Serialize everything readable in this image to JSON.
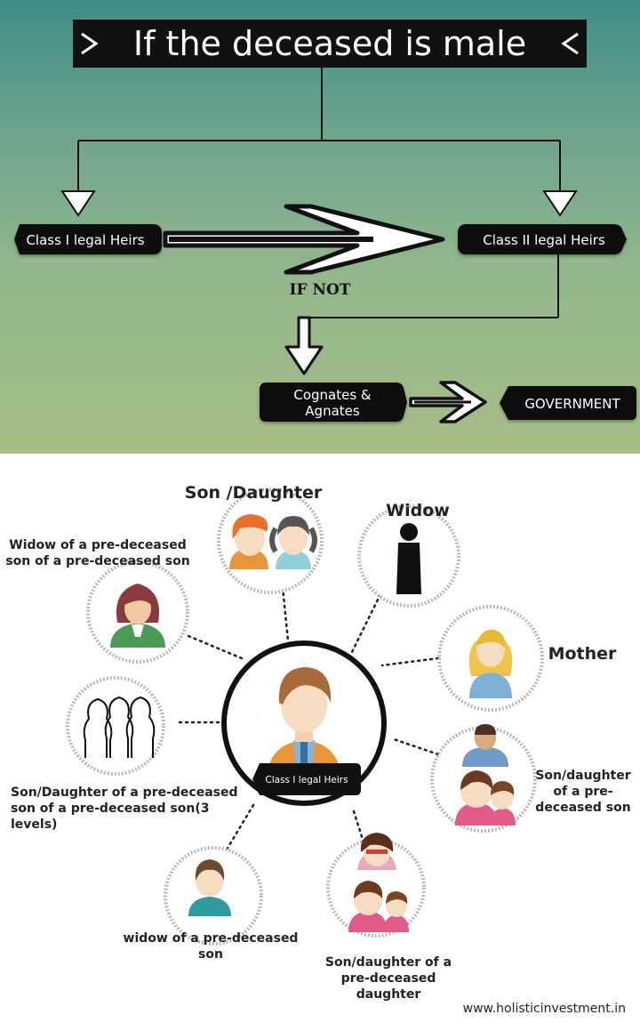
{
  "flowchart": {
    "title": "If the deceased is male",
    "class1": "Class I legal Heirs",
    "class2": "Class II legal Heirs",
    "if_not": "IF NOT",
    "cognates_line1": "Cognates &",
    "cognates_line2": "Agnates",
    "government": "GOVERNMENT"
  },
  "hub": {
    "center_label": "Class I legal Heirs",
    "son_daughter": "Son /Daughter",
    "widow": "Widow",
    "mother": "Mother",
    "widow_ppd_line1": "Widow of a pre-deceased",
    "widow_ppd_line2": "son of a pre-deceased son",
    "sd_ppd3_line1": "Son/Daughter of a pre-deceased",
    "sd_ppd3_line2": "son of a pre-deceased son(3",
    "sd_ppd3_line3": "levels)",
    "widow_pd_line1": "widow of a pre-deceased",
    "widow_pd_line2": "son",
    "sd_pdd_line1": "Son/daughter of a",
    "sd_pdd_line2": "pre-deceased",
    "sd_pdd_line3": "daughter",
    "sd_pds_line1": "Son/daughter",
    "sd_pds_line2": "of a pre-",
    "sd_pds_line3": "deceased son"
  },
  "footer": {
    "url": "www.holisticinvestment.in"
  },
  "colors": {
    "pill": "#111111",
    "teal": "#3f8c86",
    "olive": "#a5be86",
    "orange": "#e8953a",
    "pink": "#e05a8a"
  }
}
